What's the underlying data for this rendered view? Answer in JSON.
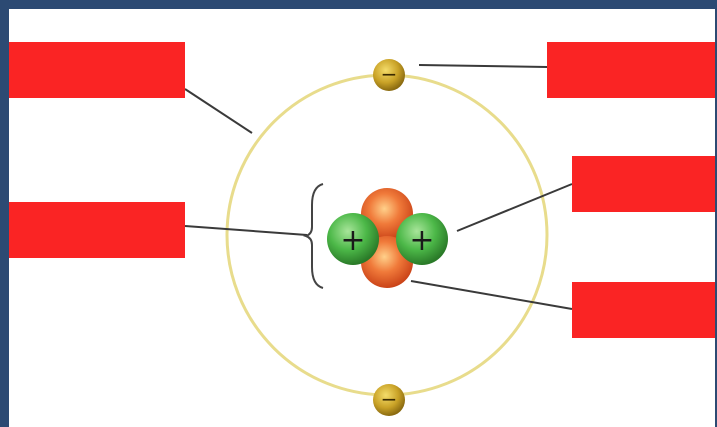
{
  "diagram": {
    "colors": {
      "frame": "#2c4a73",
      "background": "#ffffff",
      "label_box": "#fa2424",
      "orbit": "#e8dc8c",
      "leader_line": "#3a3a3a",
      "electron": "#c9a227",
      "proton": "#4cb848",
      "neutron": "#e8542a",
      "bracket": "#444444"
    },
    "electron_symbol": "−",
    "proton_symbol": "+",
    "label_boxes": [
      {
        "id": "label-orbit",
        "text": ""
      },
      {
        "id": "label-nucleus",
        "text": ""
      },
      {
        "id": "label-electron",
        "text": ""
      },
      {
        "id": "label-proton",
        "text": ""
      },
      {
        "id": "label-neutron",
        "text": ""
      }
    ]
  }
}
